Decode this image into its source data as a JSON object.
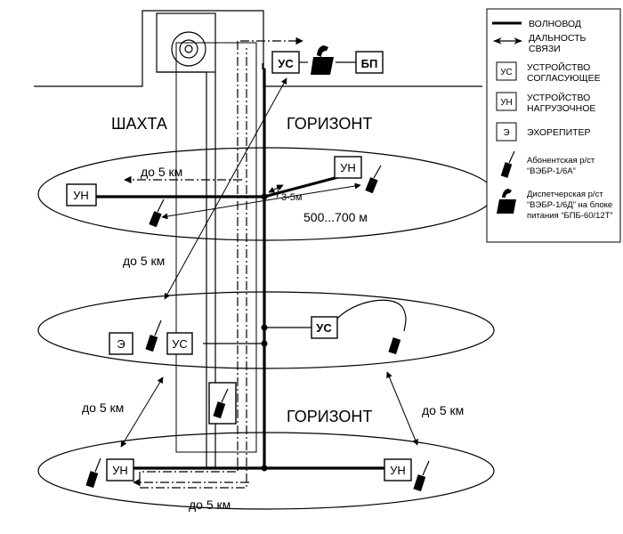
{
  "labels": {
    "shaft": "ШАХТА",
    "horizon_top": "ГОРИЗОНТ",
    "horizon_bottom": "ГОРИЗОНТ",
    "range_top": "до 5 км",
    "range_left": "до 5 км",
    "range_low_left": "до 5 км",
    "range_low_right": "до 5 км",
    "range_bottom": "до 5 км",
    "dist_short": "3-5м",
    "dist_long": "500...700 м"
  },
  "blocks": {
    "us_top": "УС",
    "bp": "БП",
    "un_top_left": "УН",
    "un_top_right": "УН",
    "e_mid": "Э",
    "us_mid_left": "УС",
    "us_mid_right": "УС",
    "un_bot_left": "УН",
    "un_bot_right": "УН"
  },
  "legend": {
    "waveguide": "ВОЛНОВОД",
    "range1": "ДАЛЬНОСТЬ",
    "range2": "СВЯЗИ",
    "us_sym": "УС",
    "us1": "УСТРОЙСТВО",
    "us2": "СОГЛАСУЮЩЕЕ",
    "un_sym": "УН",
    "un1": "УСТРОЙСТВО",
    "un2": "НАГРУЗОЧНОЕ",
    "e_sym": "Э",
    "e1": "ЭХОРЕПИТЕР",
    "sub1": "Абонентская р/ст",
    "sub2": "“ВЭБР-1/6А”",
    "disp1": "Диспетчерская р/ст",
    "disp2": "“ВЭБР-1/6Д” на блоке",
    "disp3": "питания “БПБ-60/12Т”"
  }
}
